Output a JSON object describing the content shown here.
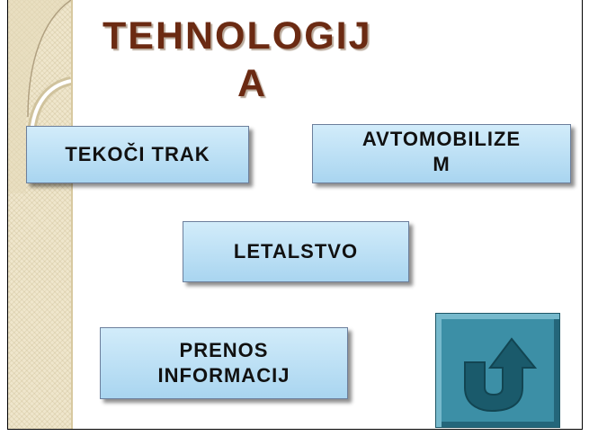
{
  "slide": {
    "title_line1": "TEHNOLOGIJ",
    "title_line2": "A"
  },
  "buttons": {
    "tekoci": "TEKOČI TRAK",
    "avtomobilizem_line1": "AVTOMOBILIZE",
    "avtomobilizem_line2": "M",
    "letalstvo": "LETALSTVO",
    "prenos_line1": "PRENOS",
    "prenos_line2": "INFORMACIJ"
  },
  "icons": {
    "back": "u-turn-arrow-icon"
  },
  "colors": {
    "title": "#6b2a12",
    "button_fill": "#bfe3f6",
    "back_button": "#3c8fa6",
    "left_band": "#efe6cc"
  }
}
